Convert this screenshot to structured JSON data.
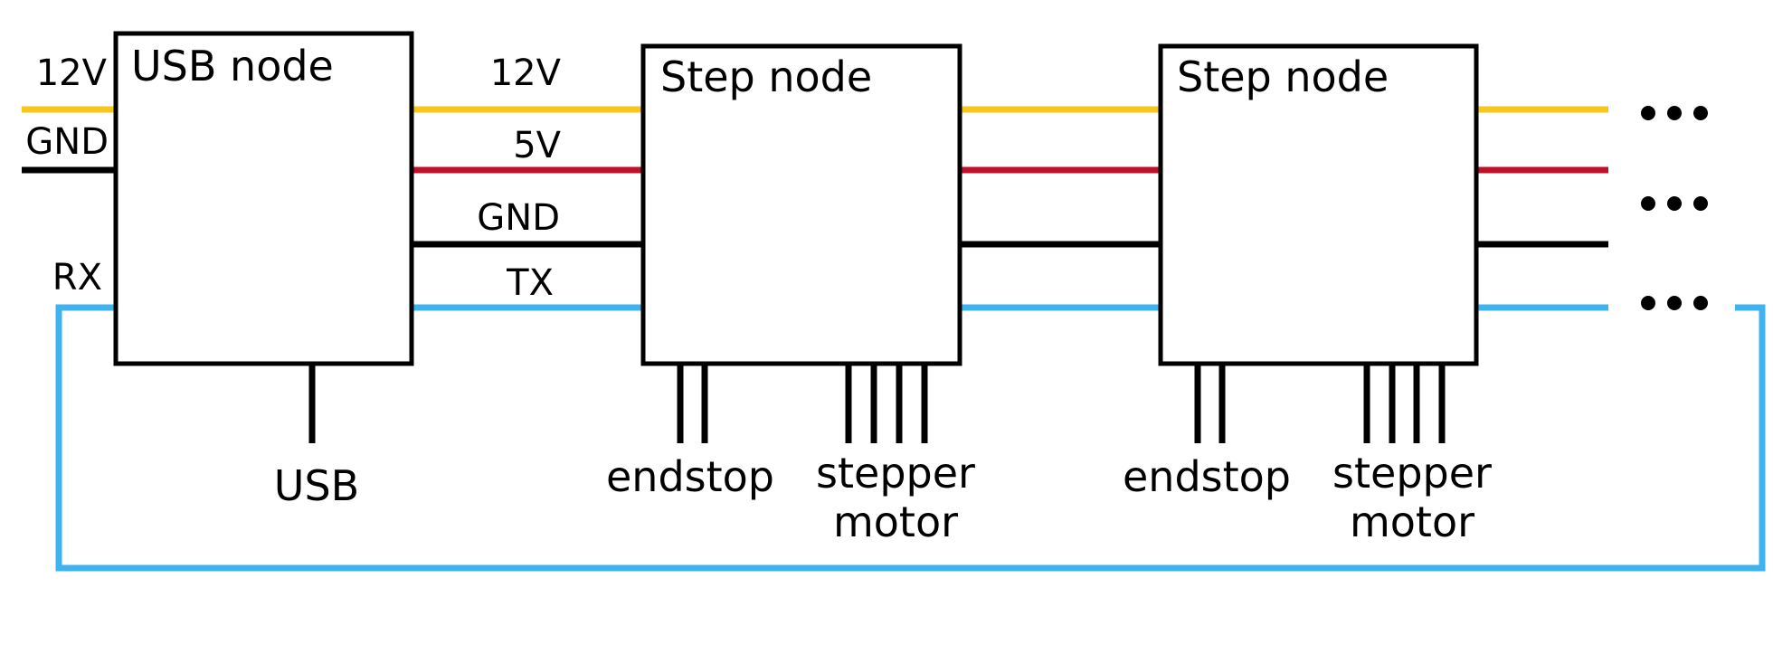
{
  "colors": {
    "v12": "#f7c71c",
    "v5": "#c0102a",
    "gnd": "#000000",
    "tx": "#3fb3f0"
  },
  "nodes": {
    "usb": {
      "title": "USB node"
    },
    "step1": {
      "title": "Step node"
    },
    "step2": {
      "title": "Step node"
    }
  },
  "inputs": {
    "v12": "12V",
    "gnd": "GND",
    "rx": "RX"
  },
  "bus": {
    "v12": "12V",
    "v5": "5V",
    "gnd": "GND",
    "tx": "TX"
  },
  "ports": {
    "usb": "USB",
    "endstop": "endstop",
    "stepper_line1": "stepper",
    "stepper_line2": "motor"
  },
  "continuation": "•••"
}
